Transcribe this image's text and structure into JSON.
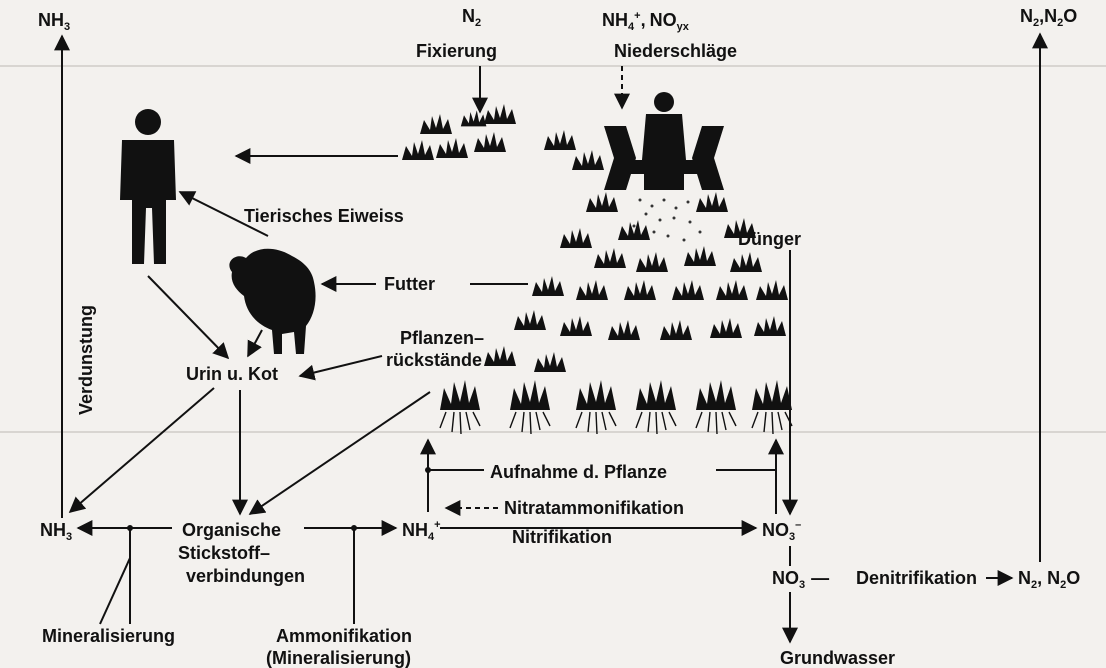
{
  "top_labels": {
    "nh3": "NH",
    "n2": "N",
    "nh4_noy": "NH",
    "n2_n2o": "N",
    "sub_3": "3",
    "sub_2": "2",
    "sub_4": "4",
    "sub_y": "y",
    "sub_x": "x",
    "sup_plus": "+",
    "no": "NO",
    "comma": ","
  },
  "process_labels": {
    "fixierung": "Fixierung",
    "niederschlaege": "Niederschläge",
    "tierisches_eiweiss": "Tierisches Eiweiss",
    "duenger": "Dünger",
    "futter": "Futter",
    "pflanzen": "Pflanzen–",
    "rueckstaende": "rückstände",
    "urin_kot": "Urin u. Kot",
    "verdunstung": "Verdunstung",
    "aufnahme": "Aufnahme d. Pflanze",
    "nitratammonifikation": "Nitratammonifikation",
    "nitrifikation": "Nitrifikation",
    "organische": "Organische",
    "stickstoff": "Stickstoff–",
    "verbindungen": "verbindungen",
    "denitrifikation": "Denitrifikation",
    "mineralisierung": "Mineralisierung",
    "ammonifikation": "Ammonifikation",
    "ammonifikation_sub": "(Mineralisierung)",
    "grundwasser": "Grundwasser"
  },
  "bottom_species": {
    "nh3": "NH",
    "nh4": "NH",
    "no3": "NO",
    "no3_b": "NO",
    "n2_n2o": "N",
    "sub_3": "3",
    "sub_4": "4",
    "sub_2": "2",
    "sup_plus": "+",
    "sup_minus": "–",
    "no": "NO",
    "dash": "—"
  },
  "icons": [
    "person-icon",
    "cow-icon",
    "tractor-icon",
    "plant-icon"
  ]
}
